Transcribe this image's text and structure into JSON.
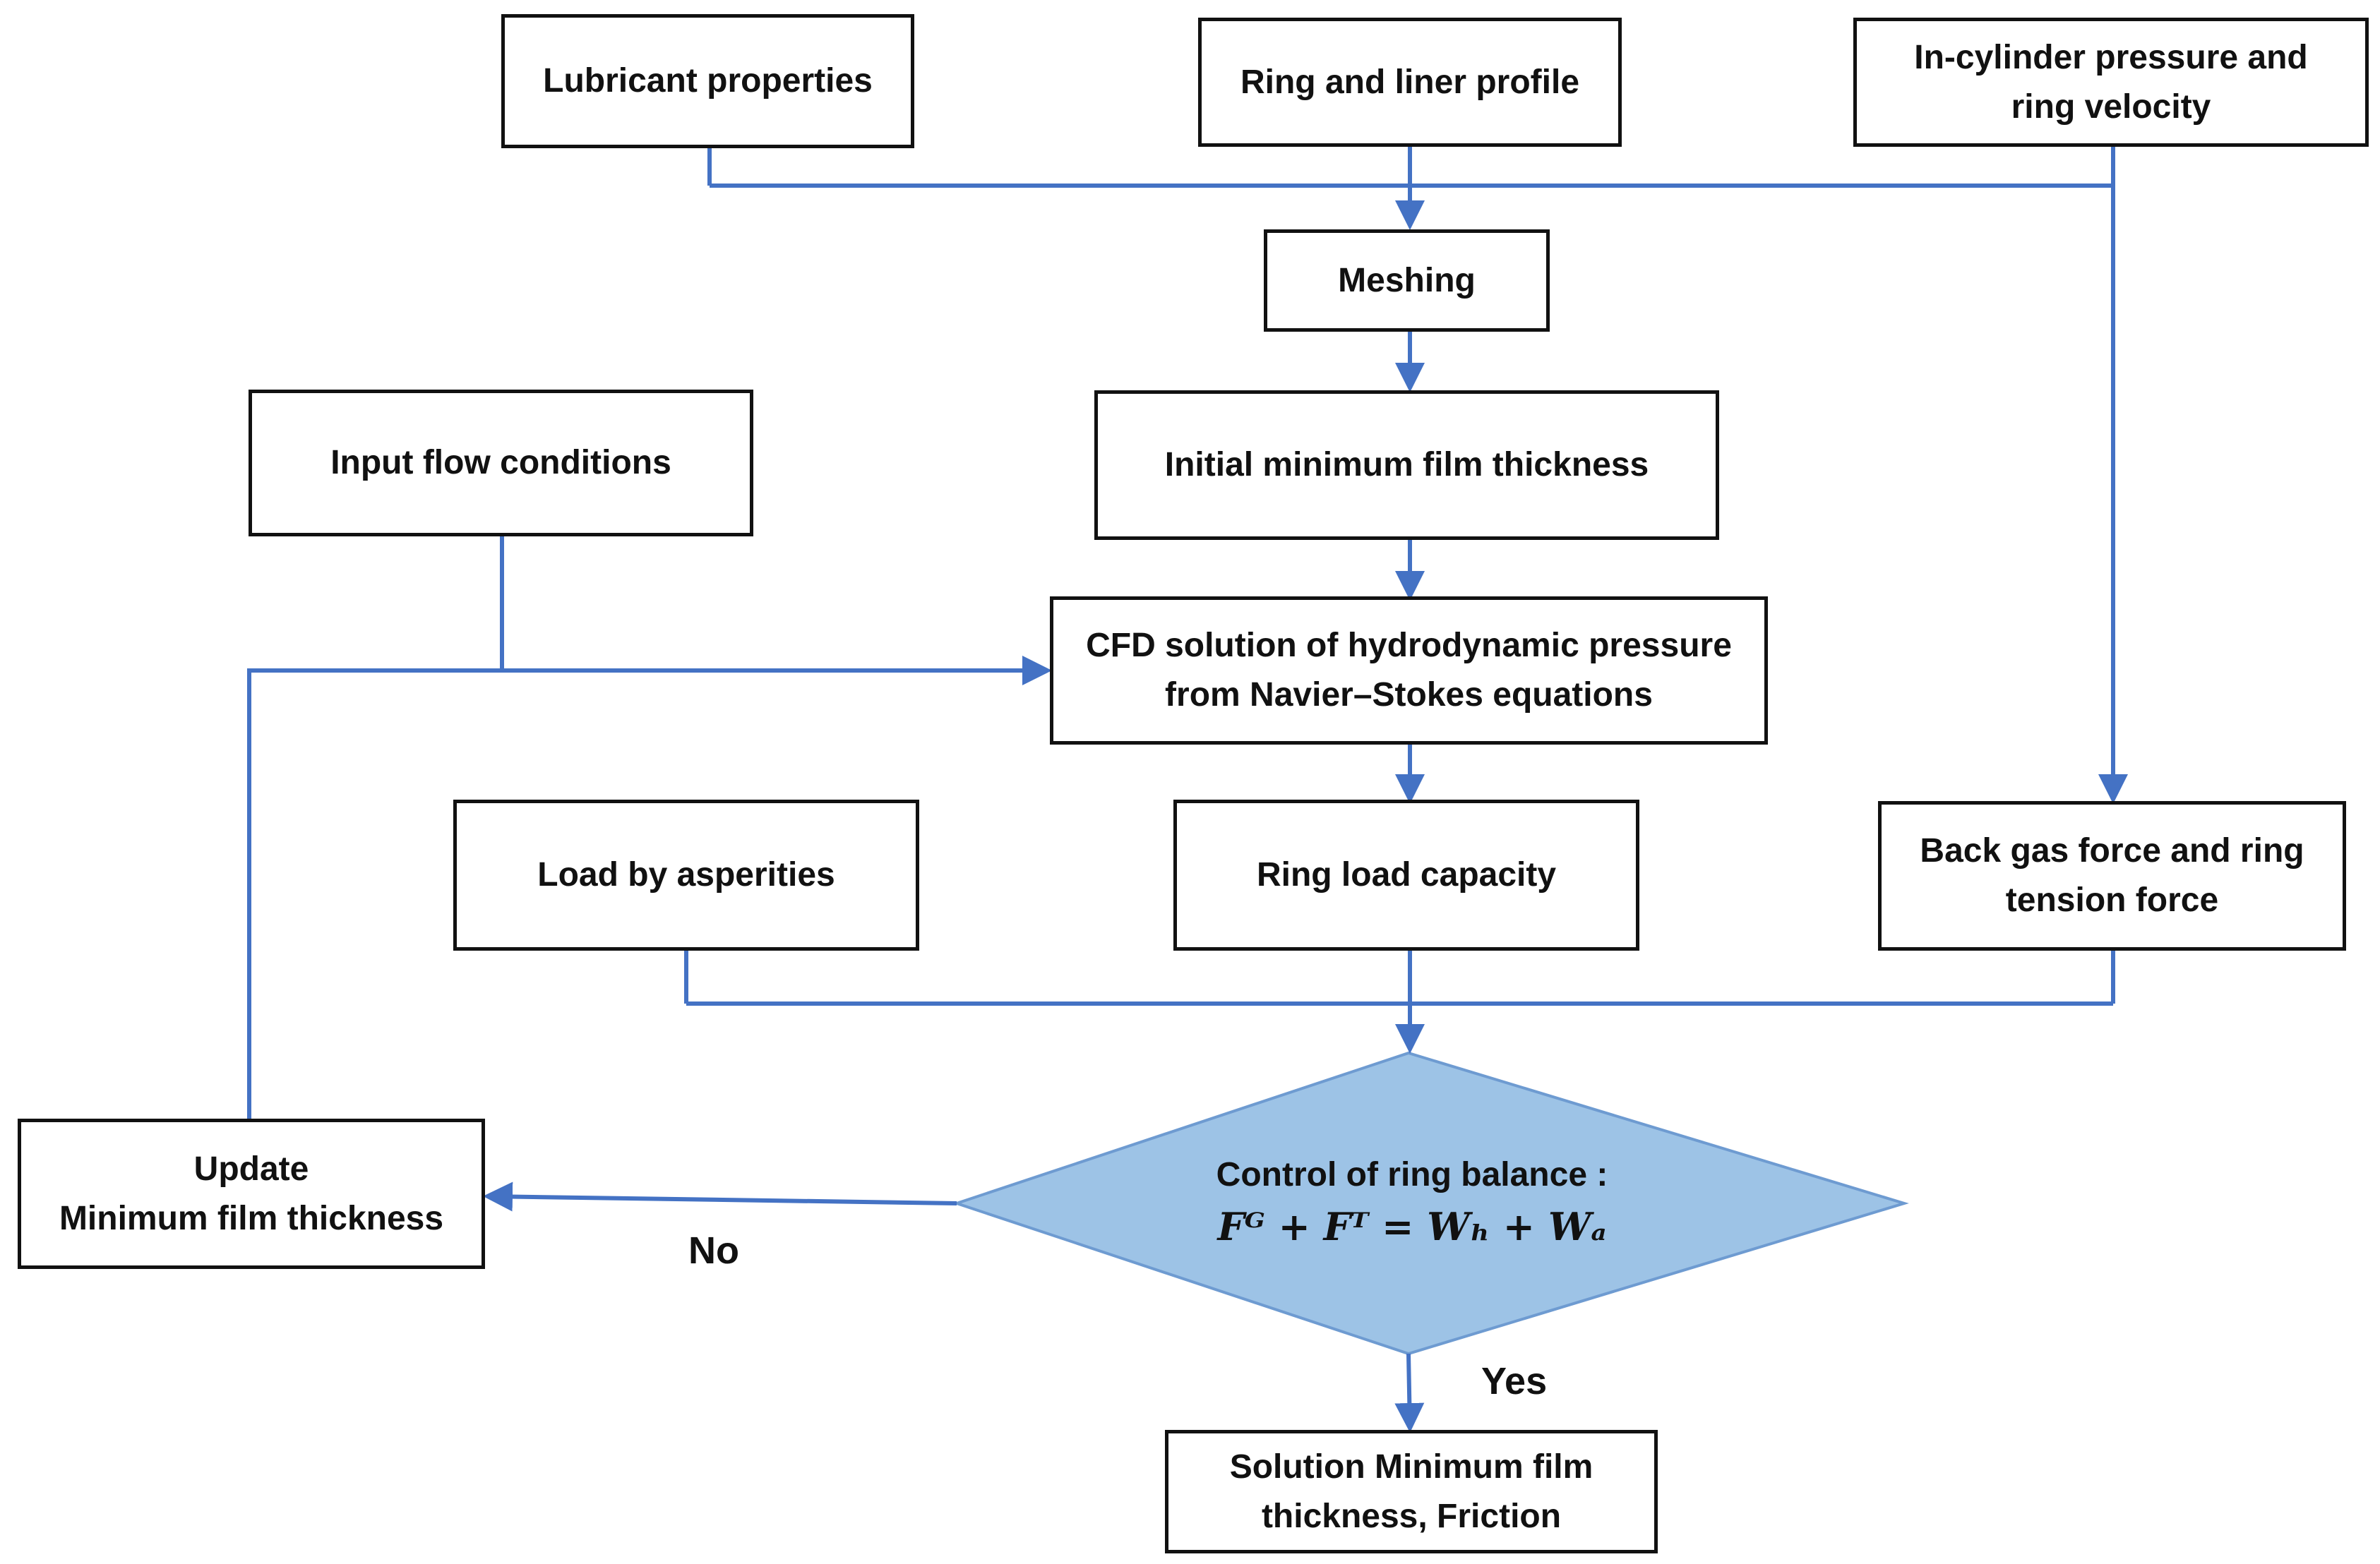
{
  "colors": {
    "connector": "#4472C4",
    "diamond_fill": "#9DC3E6",
    "box_border": "#111111"
  },
  "nodes": {
    "lubricant": {
      "text": "Lubricant properties"
    },
    "ring_liner": {
      "text": "Ring and liner profile"
    },
    "incylinder": {
      "lines": [
        "In-cylinder pressure and",
        "ring velocity"
      ]
    },
    "meshing": {
      "text": "Meshing"
    },
    "input_flow": {
      "text": "Input flow conditions"
    },
    "initial_film": {
      "text": "Initial minimum film thickness"
    },
    "cfd": {
      "lines": [
        "CFD solution of hydrodynamic pressure",
        "from Navier–Stokes equations"
      ]
    },
    "asperities": {
      "text": "Load by asperities"
    },
    "ring_load": {
      "text": "Ring load capacity"
    },
    "back_gas": {
      "lines": [
        "Back gas force and ring",
        "tension force"
      ]
    },
    "update": {
      "lines": [
        "Update",
        "Minimum film thickness"
      ]
    },
    "decision": {
      "title": "Control of ring balance :",
      "formula": "Fᴳ + Fᵀ = Wₕ + Wₐ"
    },
    "solution": {
      "lines": [
        "Solution Minimum film",
        "thickness, Friction"
      ]
    }
  },
  "edge_labels": {
    "no": "No",
    "yes": "Yes"
  }
}
